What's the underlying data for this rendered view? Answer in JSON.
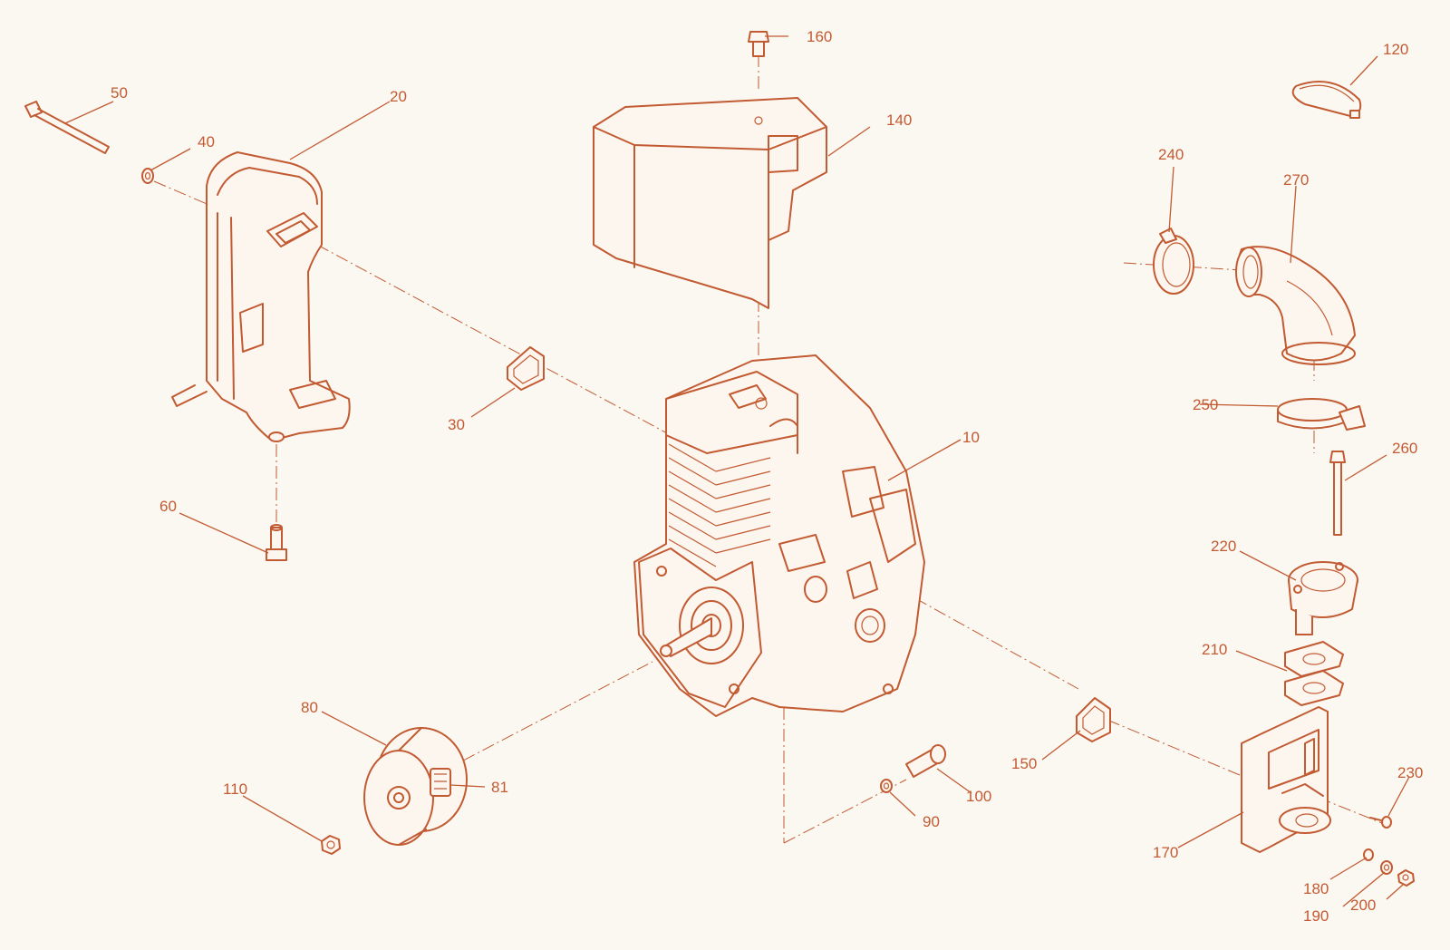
{
  "diagram": {
    "callouts": {
      "c10": "10",
      "c20": "20",
      "c30": "30",
      "c40": "40",
      "c50": "50",
      "c60": "60",
      "c80": "80",
      "c81": "81",
      "c90": "90",
      "c100": "100",
      "c110": "110",
      "c120": "120",
      "c140": "140",
      "c150": "150",
      "c160": "160",
      "c170": "170",
      "c180": "180",
      "c190": "190",
      "c200": "200",
      "c210": "210",
      "c220": "220",
      "c230": "230",
      "c240": "240",
      "c250": "250",
      "c260": "260",
      "c270": "270"
    },
    "colors": {
      "line": "#c25a32",
      "background": "#fbf8f2"
    }
  }
}
